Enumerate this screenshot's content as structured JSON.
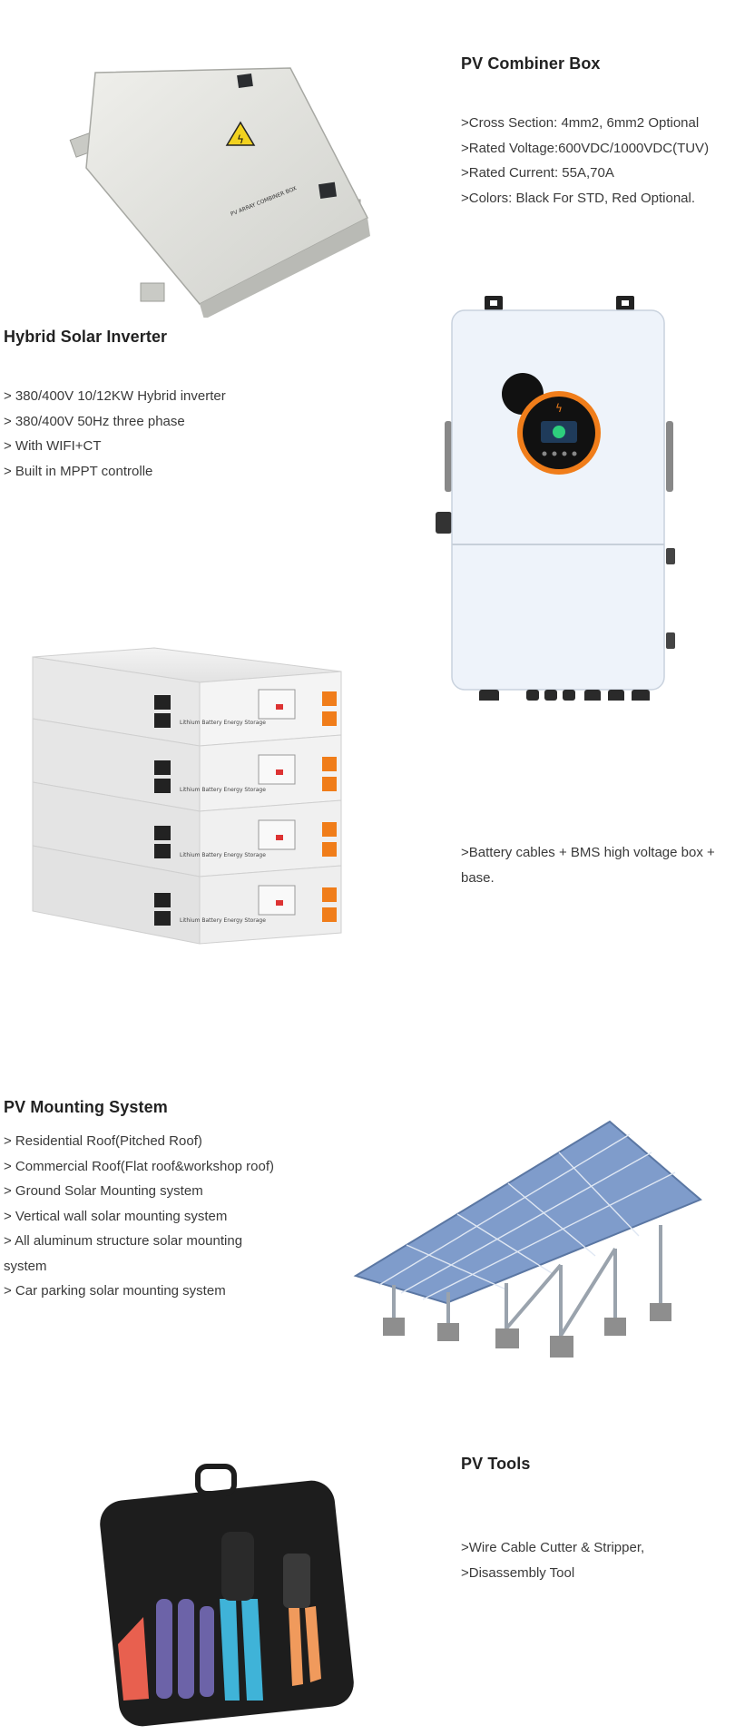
{
  "combiner": {
    "title": "PV Combiner Box",
    "box_label": "PV ARRAY COMBINER BOX",
    "lines": [
      ">Cross Section: 4mm2, 6mm2 Optional",
      ">Rated Voltage:600VDC/1000VDC(TUV)",
      ">Rated Current: 55A,70A",
      ">Colors: Black For STD, Red Optional."
    ]
  },
  "inverter": {
    "title": "Hybrid Solar Inverter",
    "lines": [
      "> 380/400V 10/12KW Hybrid inverter",
      " > 380/400V 50Hz three phase",
      " > With WIFI+CT",
      "> Built in MPPT controlle"
    ]
  },
  "battery": {
    "module_label": "Lithium Battery Energy Storage",
    "line1": ">Battery cables + BMS high voltage box + ",
    "line2": "base."
  },
  "mounting": {
    "title": "PV Mounting System",
    "lines": [
      "> Residential Roof(Pitched Roof)",
      "> Commercial Roof(Flat roof&workshop roof)",
      "> Ground Solar Mounting system",
      "> Vertical wall solar mounting system",
      "> All aluminum structure solar mounting system",
      "> Car parking solar mounting system"
    ]
  },
  "tools": {
    "title": "PV Tools",
    "lines": [
      ">Wire Cable Cutter & Stripper,",
      ">Disassembly Tool"
    ]
  },
  "colors": {
    "accent_orange": "#f07d1a",
    "panel_blue": "#6f8fbf",
    "tool_red": "#e8604f",
    "tool_blue": "#3fb3d8",
    "tool_purple": "#6c63a8"
  }
}
